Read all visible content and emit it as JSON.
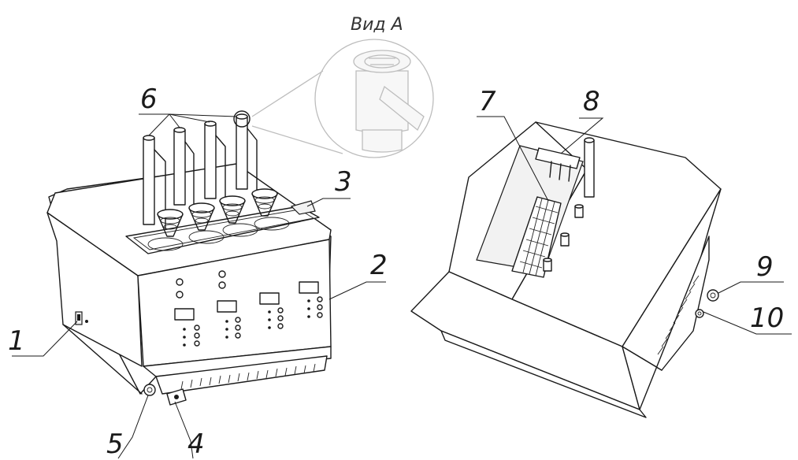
{
  "view_label": "Вид А",
  "callouts": [
    {
      "id": "1",
      "text": "1"
    },
    {
      "id": "2",
      "text": "2"
    },
    {
      "id": "3",
      "text": "3"
    },
    {
      "id": "4",
      "text": "4"
    },
    {
      "id": "5",
      "text": "5"
    },
    {
      "id": "6",
      "text": "6"
    },
    {
      "id": "7",
      "text": "7"
    },
    {
      "id": "8",
      "text": "8"
    },
    {
      "id": "9",
      "text": "9"
    },
    {
      "id": "10",
      "text": "10"
    }
  ]
}
